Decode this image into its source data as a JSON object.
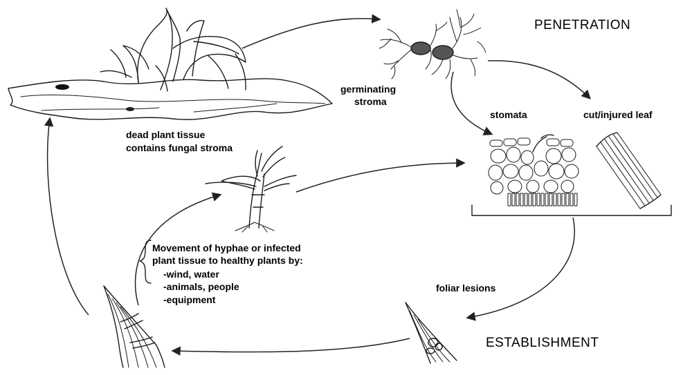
{
  "stages": {
    "penetration": "PENETRATION",
    "establishment": "ESTABLISHMENT"
  },
  "labels": {
    "germinating": [
      "germinating",
      "stroma"
    ],
    "stomata": "stomata",
    "cut_leaf": "cut/injured leaf",
    "dead_tissue": [
      "dead plant tissue",
      "contains fungal stroma"
    ],
    "foliar_lesions": "foliar lesions",
    "movement": [
      "Movement of hyphae or infected",
      "plant tissue to healthy plants by:",
      "-wind, water",
      "-animals, people",
      "-equipment"
    ]
  }
}
